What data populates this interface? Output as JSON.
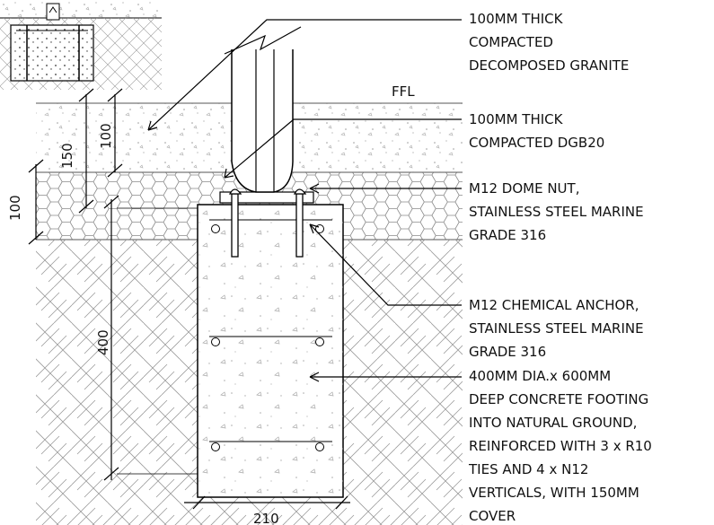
{
  "drawing": {
    "ffl_label": "FFL",
    "annotations": [
      {
        "id": "granite",
        "lines": [
          "100MM THICK",
          "COMPACTED",
          "DECOMPOSED GRANITE"
        ]
      },
      {
        "id": "dgb",
        "lines": [
          "100MM THICK",
          "COMPACTED DGB20"
        ]
      },
      {
        "id": "domenut",
        "lines": [
          "M12 DOME NUT,",
          "STAINLESS STEEL MARINE",
          "GRADE 316"
        ]
      },
      {
        "id": "anchor",
        "lines": [
          "M12 CHEMICAL ANCHOR,",
          "STAINLESS STEEL MARINE",
          "GRADE 316"
        ]
      },
      {
        "id": "footing",
        "lines": [
          "400MM DIA.x 600MM",
          "DEEP CONCRETE FOOTING",
          "INTO NATURAL GROUND,",
          "REINFORCED WITH 3 x R10",
          "TIES AND 4 x N12",
          "VERTICALS, WITH 150MM",
          "COVER"
        ]
      }
    ],
    "dimensions": {
      "d100_top": "100",
      "d150": "150",
      "d100_left": "100",
      "d400": "400",
      "d210": "210"
    }
  }
}
